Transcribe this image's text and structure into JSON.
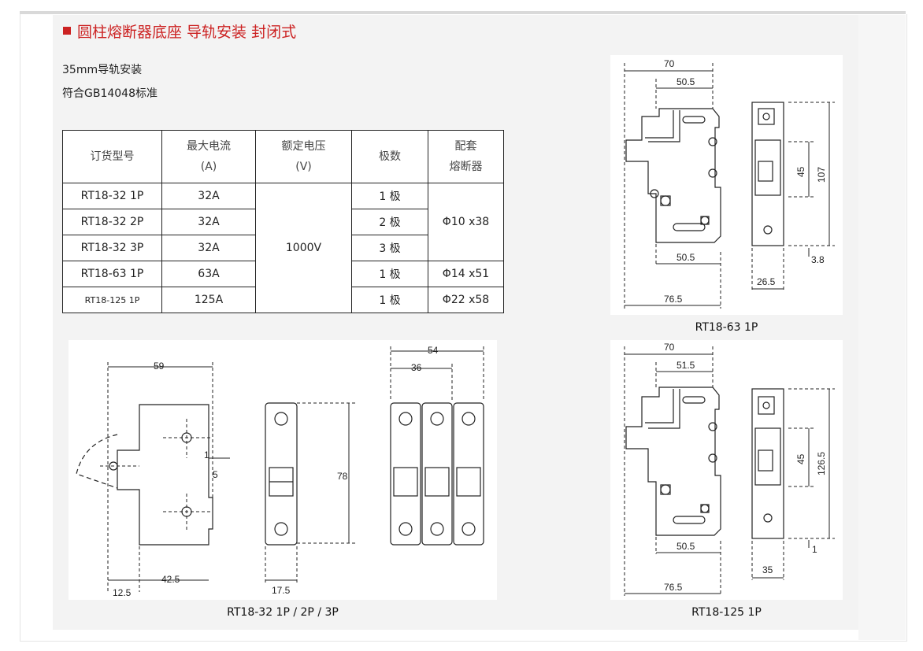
{
  "title": "圆柱熔断器底座 导轨安装 封闭式",
  "specs": [
    "35mm导轨安装",
    "符合GB14048标准"
  ],
  "table": {
    "headers": [
      {
        "line1": "订货型号",
        "line2": ""
      },
      {
        "line1": "最大电流",
        "line2": "(A)"
      },
      {
        "line1": "额定电压",
        "line2": "(V)"
      },
      {
        "line1": "极数",
        "line2": ""
      },
      {
        "line1": "配套",
        "line2": "熔断器"
      }
    ],
    "rows": [
      {
        "model": "RT18-32 1P",
        "current": "32A",
        "poles": "1 极"
      },
      {
        "model": "RT18-32 2P",
        "current": "32A",
        "poles": "2 极"
      },
      {
        "model": "RT18-32 3P",
        "current": "32A",
        "poles": "3 极"
      },
      {
        "model": "RT18-63 1P",
        "current": "63A",
        "poles": "1 极"
      },
      {
        "model": "RT18-125 1P",
        "current": "125A",
        "poles": "1 极"
      }
    ],
    "voltage": "1000V",
    "fuse_group": "Φ10 x38",
    "fuse_63": "Φ14 x51",
    "fuse_125": "Φ22 x58"
  },
  "drawings": {
    "rt18_63": {
      "caption": "RT18-63 1P",
      "dims": {
        "w70": "70",
        "w50_5_top": "50.5",
        "h45": "45",
        "h107": "107",
        "w50_5_bottom": "50.5",
        "h3_8": "3.8",
        "w26_5": "26.5",
        "w76_5": "76.5"
      }
    },
    "rt18_125": {
      "caption": "RT18-125 1P",
      "dims": {
        "w70": "70",
        "w51_5": "51.5",
        "h45": "45",
        "h126_5": "126.5",
        "w50_5": "50.5",
        "h1": "1",
        "w35": "35",
        "w76_5": "76.5"
      }
    },
    "rt18_32": {
      "caption": "RT18-32 1P / 2P / 3P",
      "dims": {
        "w59": "59",
        "d1": "1",
        "d5": "5",
        "w12_5": "12.5",
        "w42_5": "42.5",
        "h78": "78",
        "w17_5": "17.5",
        "w54": "54",
        "w36": "36"
      }
    }
  },
  "colors": {
    "title": "#cc2222",
    "panel_bg": "#f3f3f3",
    "line": "#222222"
  }
}
